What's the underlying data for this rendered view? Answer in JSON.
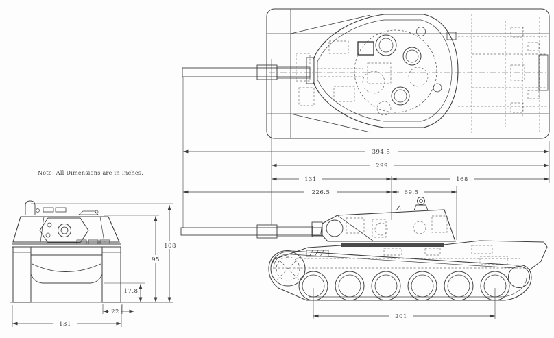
{
  "title": "tank-three-view-engineering-drawing",
  "note": "Note: All Dimensions are in Inches.",
  "colors": {
    "background": "#fdfdfd",
    "ink": "#3c3c3c"
  },
  "dimensions": {
    "overall_length_with_gun": "394.5",
    "hull_length": "299",
    "front_section_length": "131",
    "rear_section_length": "168",
    "muzzle_to_turret_ref": "226.5",
    "turret_ref_length": "69.5",
    "overall_height": "108",
    "turret_roof_height": "95",
    "ground_clearance": "17.8",
    "track_width": "22",
    "overall_width": "131",
    "track_contact_length": "201"
  }
}
